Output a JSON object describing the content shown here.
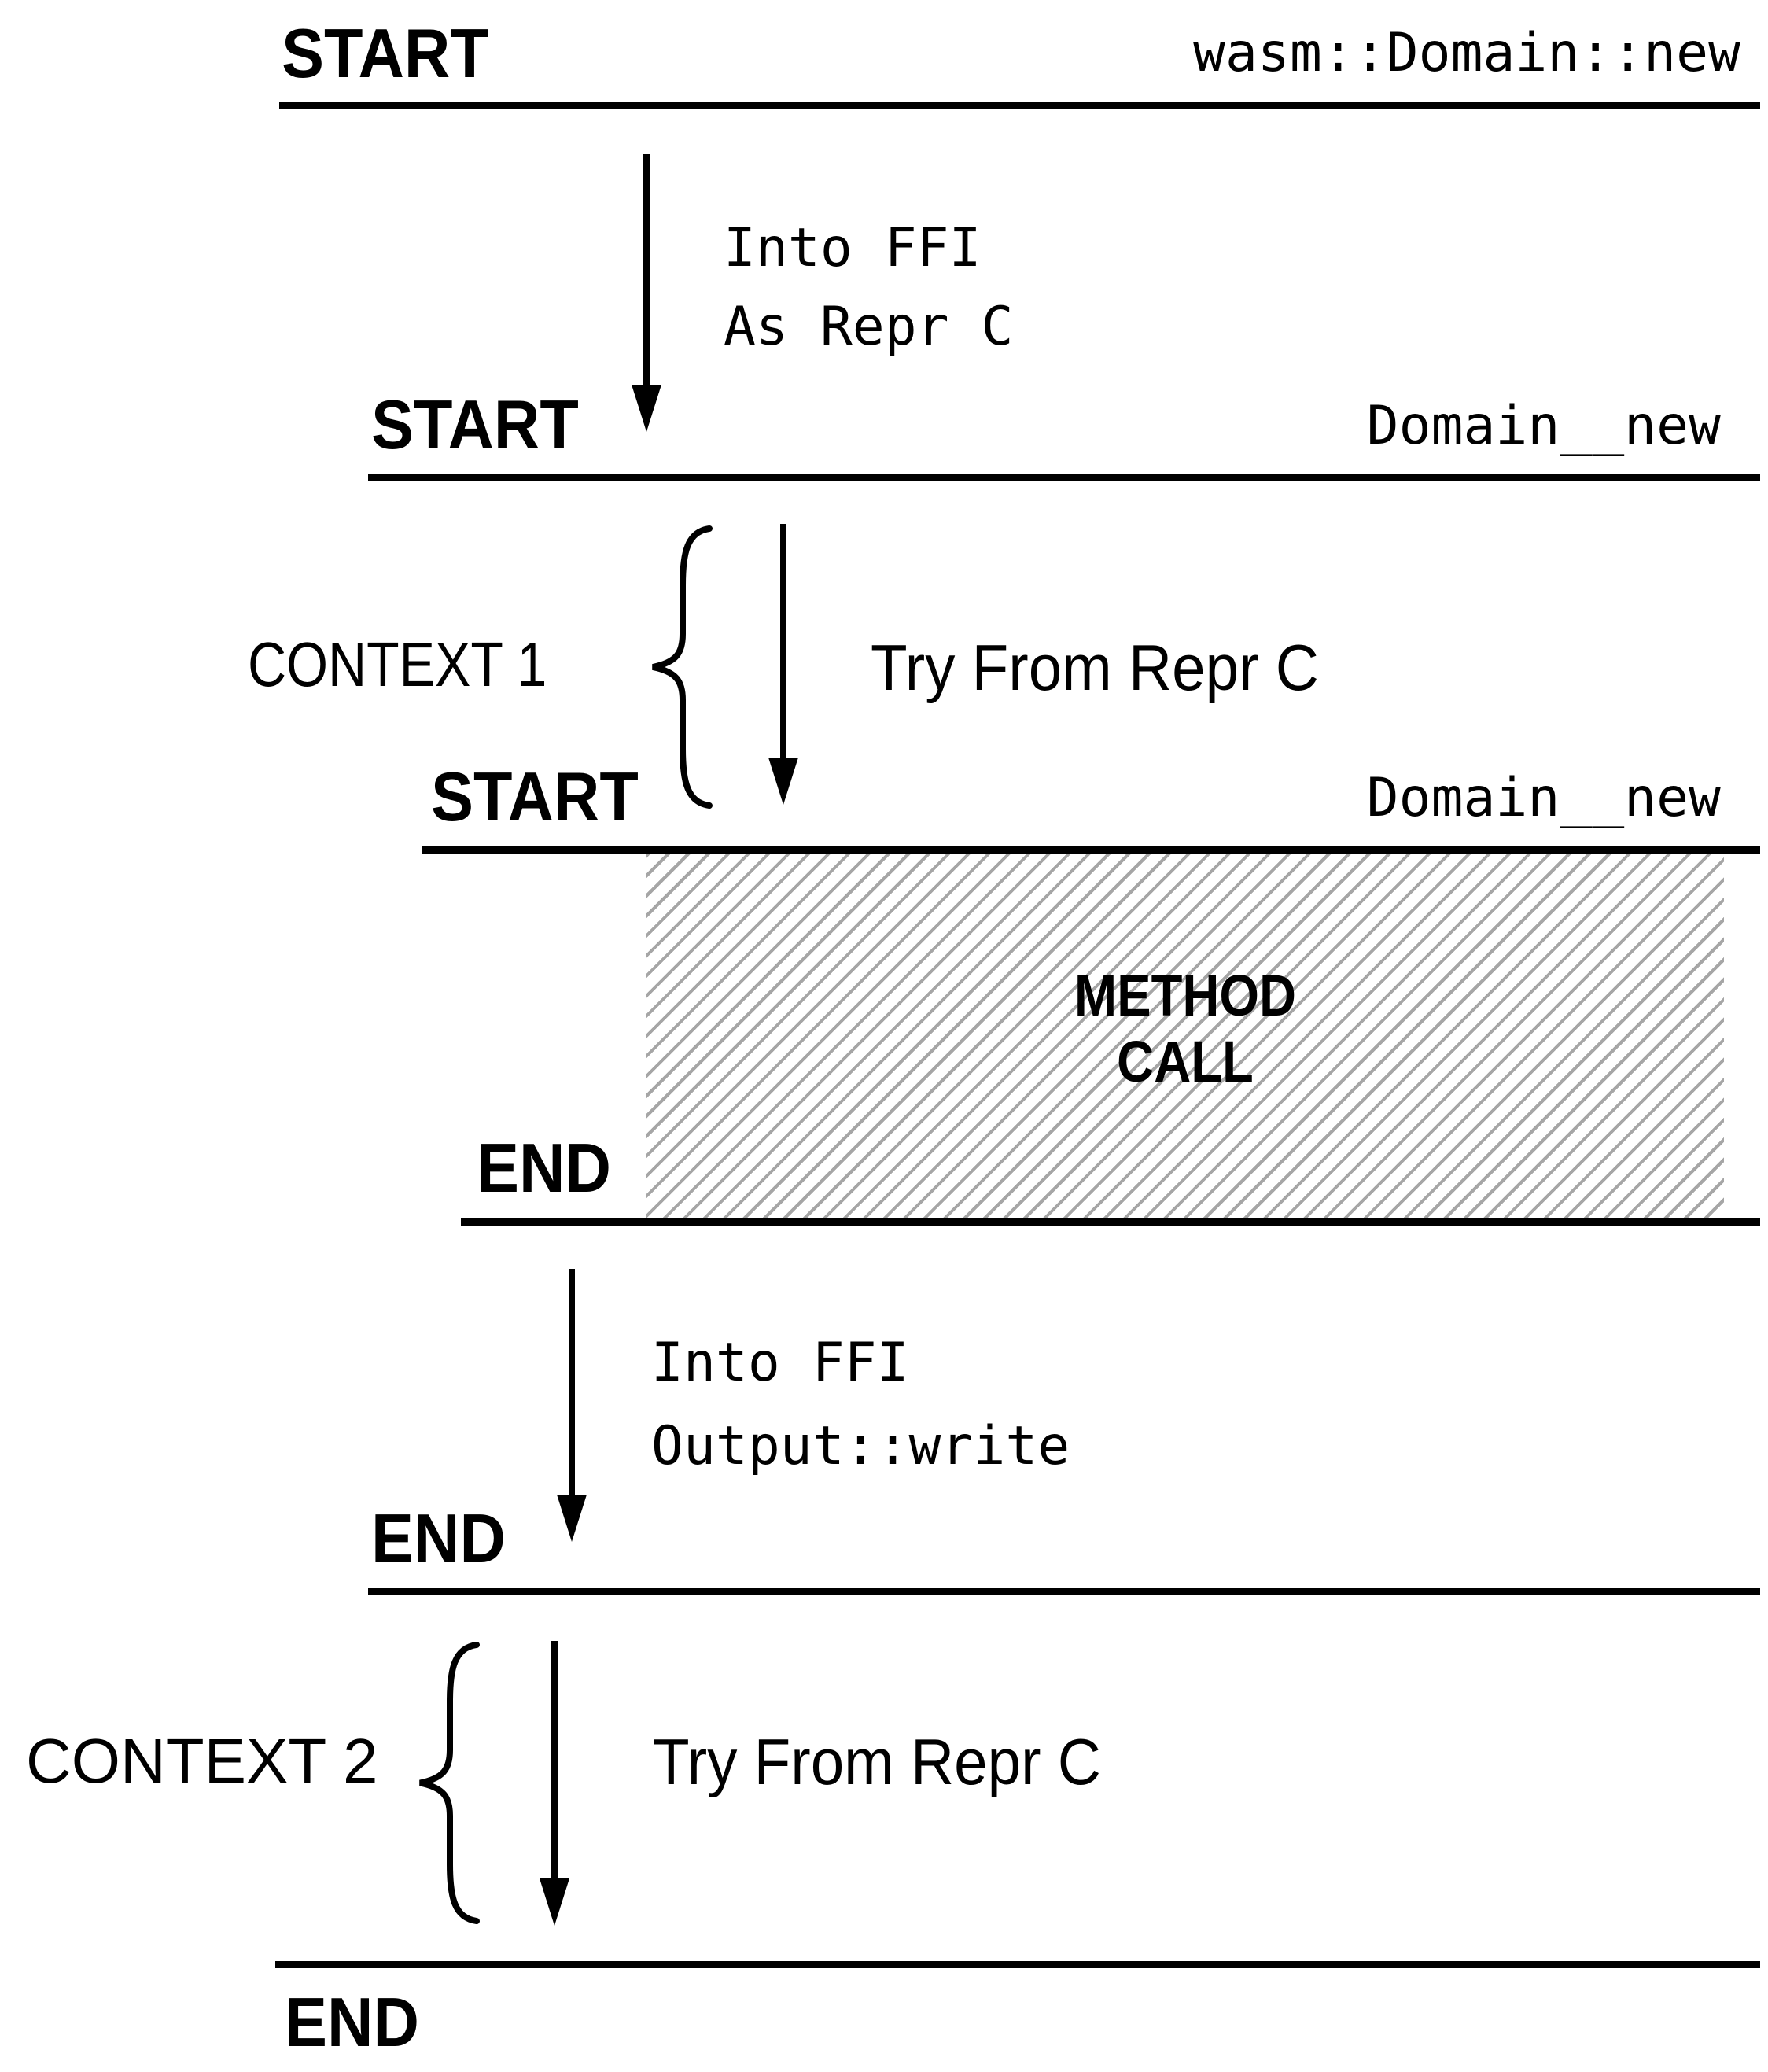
{
  "colors": {
    "ink": "#000000",
    "hatch": "#a6a6a6",
    "background": "#ffffff"
  },
  "frames": [
    {
      "name": "wasm-domain-new",
      "start": "START",
      "fn": "wasm::Domain::new",
      "end": "END"
    },
    {
      "name": "domain-new-outer",
      "start": "START",
      "fn": "Domain__new",
      "end": "END"
    },
    {
      "name": "domain-new-inner",
      "start": "START",
      "fn": "Domain__new",
      "end": "END"
    }
  ],
  "transitions": [
    {
      "lines": [
        "Into FFI",
        "As Repr C"
      ]
    },
    {
      "lines": [
        "Try From Repr C"
      ]
    },
    {
      "lines": [
        "Into FFI",
        "Output::write"
      ]
    },
    {
      "lines": [
        "Try From Repr C"
      ]
    }
  ],
  "contexts": [
    {
      "label": "CONTEXT 1"
    },
    {
      "label": "CONTEXT 2"
    }
  ],
  "method_call": {
    "lines": [
      "METHOD",
      "CALL"
    ]
  }
}
